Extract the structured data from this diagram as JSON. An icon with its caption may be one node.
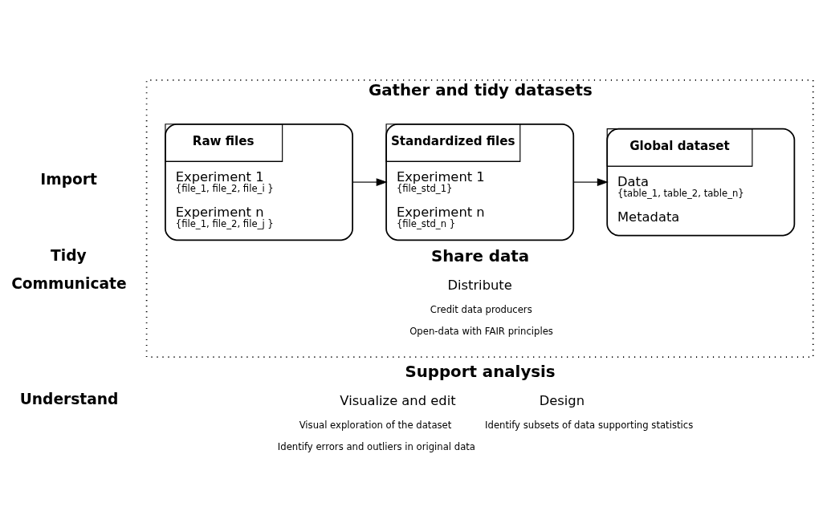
{
  "diagram": {
    "nodes": [
      {
        "text": [
          "Gather and tidy datasets"
        ]
      },
      {
        "text": [
          "Raw files",
          "Experiment 1",
          "{file_1, file_2, file_i }",
          "Experiment n",
          "{file_1, file_2, file_j }"
        ],
        "in": 0
      },
      {
        "text": [
          "Standardized files",
          "Experiment 1",
          "{file_std_1}",
          "Experiment n",
          "{file_std_n }"
        ],
        "in": 0
      },
      {
        "text": [
          "Global dataset",
          "Data",
          "{table_1, table_2, table_n}",
          "Metadata"
        ],
        "in": 0
      }
    ],
    "edges": [
      {
        "from": 1,
        "to": 2,
        "arrow": "to"
      },
      {
        "from": 2,
        "to": 3,
        "arrow": "to"
      }
    ],
    "labels": [
      "Import",
      "Tidy",
      "Share data",
      "Communicate",
      "Distribute",
      "Credit data producers",
      "Open-data with FAIR principles",
      "Support analysis",
      "Understand",
      "Visualize and edit",
      "Design",
      "Visual exploration of the dataset",
      "Identify subsets of data supporting statistics",
      "Identify errors and outliers in original data"
    ]
  }
}
